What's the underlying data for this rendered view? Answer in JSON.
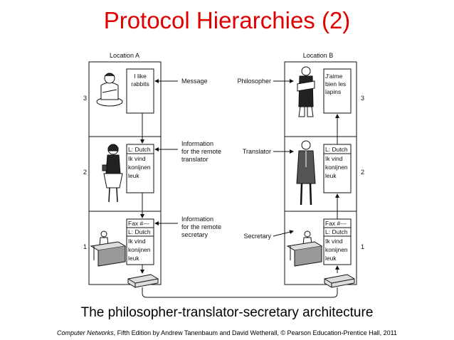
{
  "title": "Protocol Hierarchies (2)",
  "location_a": "Location A",
  "location_b": "Location B",
  "layer_numbers": [
    "3",
    "2",
    "1"
  ],
  "side_a": {
    "layer3": [
      "I like",
      "rabbits"
    ],
    "layer2": [
      "L: Dutch",
      "Ik vind",
      "konijnen",
      "leuk"
    ],
    "layer1": [
      "Fax #---",
      "L: Dutch",
      "Ik vind",
      "konijnen",
      "leuk"
    ]
  },
  "side_b": {
    "layer3": [
      "J'aime",
      "bien les",
      "lapins"
    ],
    "layer2": [
      "L: Dutch",
      "Ik vind",
      "konijnen",
      "leuk"
    ],
    "layer1": [
      "Fax #---",
      "L: Dutch",
      "Ik vind",
      "konijnen",
      "leuk"
    ]
  },
  "middle_labels": {
    "message": "Message",
    "info_translator": [
      "Information",
      "for the remote",
      "translator"
    ],
    "info_secretary": [
      "Information",
      "for the remote",
      "secretary"
    ]
  },
  "role_labels": {
    "philosopher": "Philosopher",
    "translator": "Translator",
    "secretary": "Secretary"
  },
  "caption": "The philosopher-translator-secretary architecture",
  "credit": {
    "book": "Computer Networks",
    "rest": ", Fifth Edition by Andrew Tanenbaum and David Wetherall, © Pearson Education-Prentice Hall, 2011"
  }
}
